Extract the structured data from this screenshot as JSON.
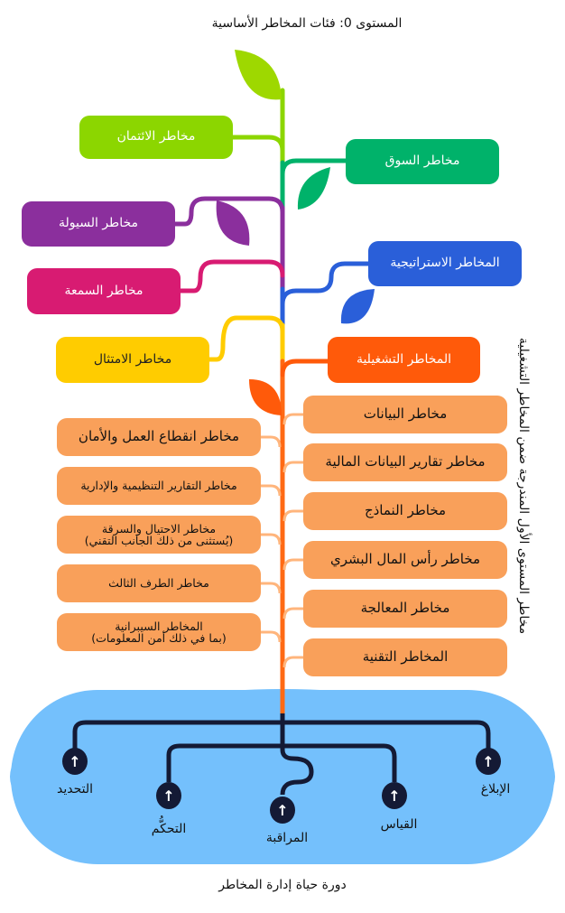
{
  "title": "المستوى 0: فئات المخاطر الأساسية",
  "categories": [
    {
      "label": "مخاطر الائتمان",
      "color": "#8cd600"
    },
    {
      "label": "مخاطر السوق",
      "color": "#00b26a"
    },
    {
      "label": "مخاطر السيولة",
      "color": "#8b2f9d"
    },
    {
      "label": "المخاطر الاستراتيجية",
      "color": "#2a5fd9"
    },
    {
      "label": "مخاطر السمعة",
      "color": "#d81b72"
    },
    {
      "label": "مخاطر الامتثال",
      "color": "#ffcc00"
    },
    {
      "label": "المخاطر التشغيلية",
      "color": "#ff5a0a"
    }
  ],
  "operational_right": [
    "مخاطر البيانات",
    "مخاطر تقارير البيانات المالية",
    "مخاطر النماذج",
    "مخاطر رأس المال البشري",
    "مخاطر المعالجة",
    "المخاطر التقنية"
  ],
  "operational_left": [
    "مخاطر انقطاع العمل والأمان",
    "مخاطر التقارير التنظيمية والإدارية",
    "مخاطر الاحتيال والسرقة\n(يُستثنى من ذلك الجانب التقني)",
    "مخاطر الطرف الثالث",
    "المخاطر السيبرانية\n(بما في ذلك أمن المعلومات)"
  ],
  "side_label": "مخاطر المستوى الأول المندرجة ضمن المخاطر التشغيلية",
  "lifecycle": {
    "title": "دورة حياة إدارة المخاطر",
    "steps": [
      "الإبلاغ",
      "القياس",
      "المراقبة",
      "التحكُّم",
      "التحديد"
    ],
    "icon": "arrow-up-icon",
    "arrow": "↑",
    "fill": "#74c0fc",
    "node": "#141a35"
  }
}
